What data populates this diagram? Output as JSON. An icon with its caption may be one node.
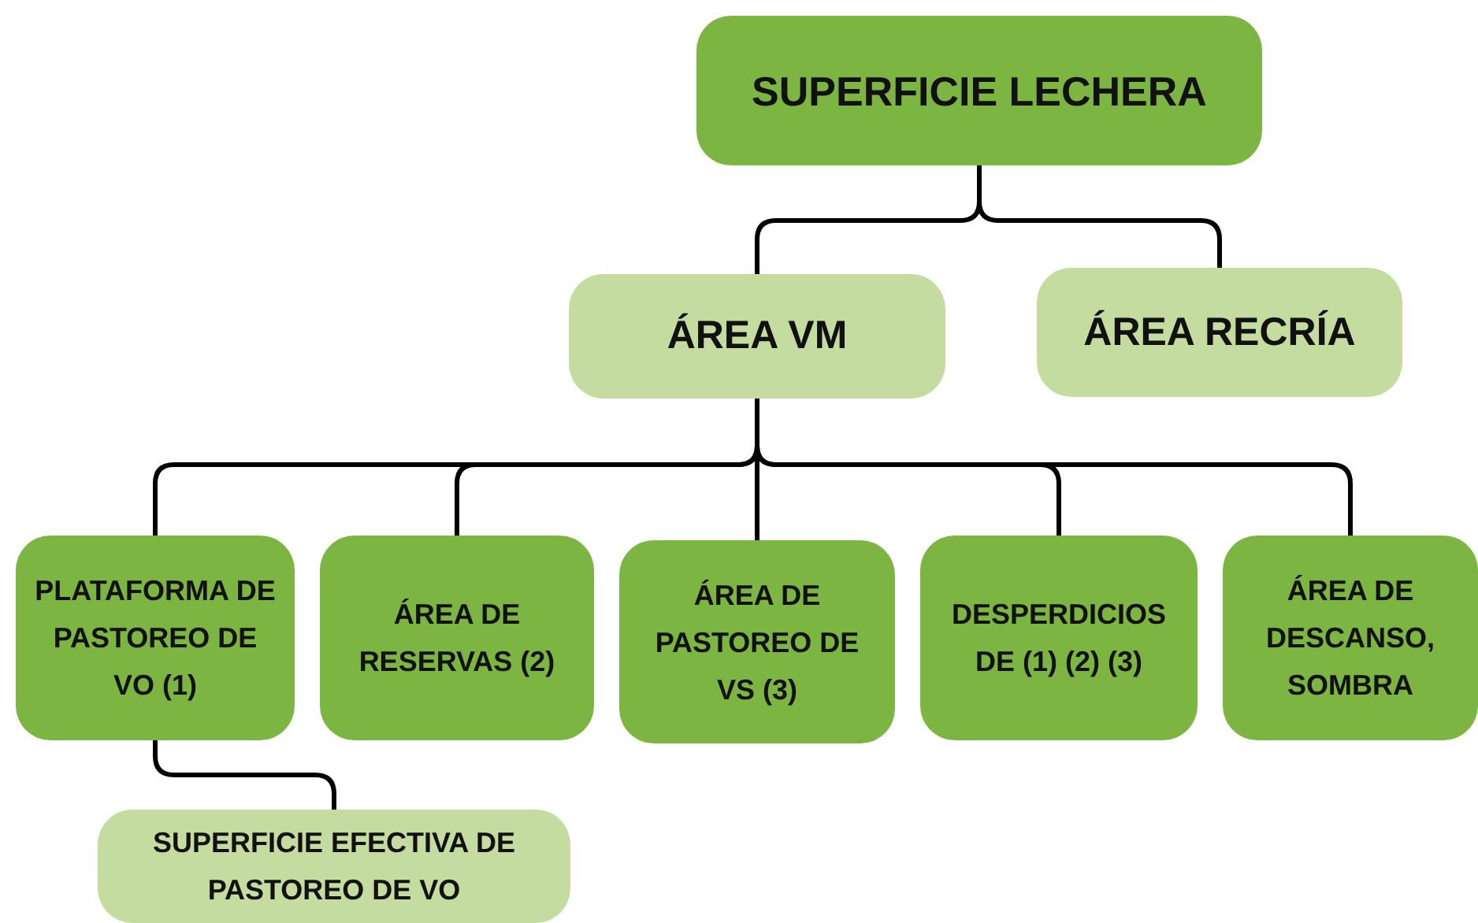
{
  "diagram": {
    "nodes": [
      {
        "text": [
          "SUPERFICIE LECHERA"
        ]
      },
      {
        "text": [
          "ÁREA VM"
        ]
      },
      {
        "text": [
          "ÁREA RECRÍA"
        ]
      },
      {
        "text": [
          "PLATAFORMA DE PASTOREO DE VO (1)"
        ]
      },
      {
        "text": [
          "ÁREA DE RESERVAS (2)"
        ]
      },
      {
        "text": [
          "ÁREA DE PASTOREO DE VS (3)"
        ]
      },
      {
        "text": [
          "DESPERDICIOS DE (1) (2) (3)"
        ]
      },
      {
        "text": [
          "ÁREA DE DESCANSO, SOMBRA"
        ]
      },
      {
        "text": [
          "SUPERFICIE EFECTIVA DE PASTOREO DE VO"
        ]
      }
    ],
    "edges": [
      {
        "from": 0,
        "to": 1,
        "arrow": "none"
      },
      {
        "from": 0,
        "to": 2,
        "arrow": "none"
      },
      {
        "from": 1,
        "to": 3,
        "arrow": "none"
      },
      {
        "from": 1,
        "to": 4,
        "arrow": "none"
      },
      {
        "from": 1,
        "to": 5,
        "arrow": "none"
      },
      {
        "from": 1,
        "to": 6,
        "arrow": "none"
      },
      {
        "from": 1,
        "to": 7,
        "arrow": "none"
      },
      {
        "from": 3,
        "to": 8,
        "arrow": "none"
      }
    ]
  }
}
